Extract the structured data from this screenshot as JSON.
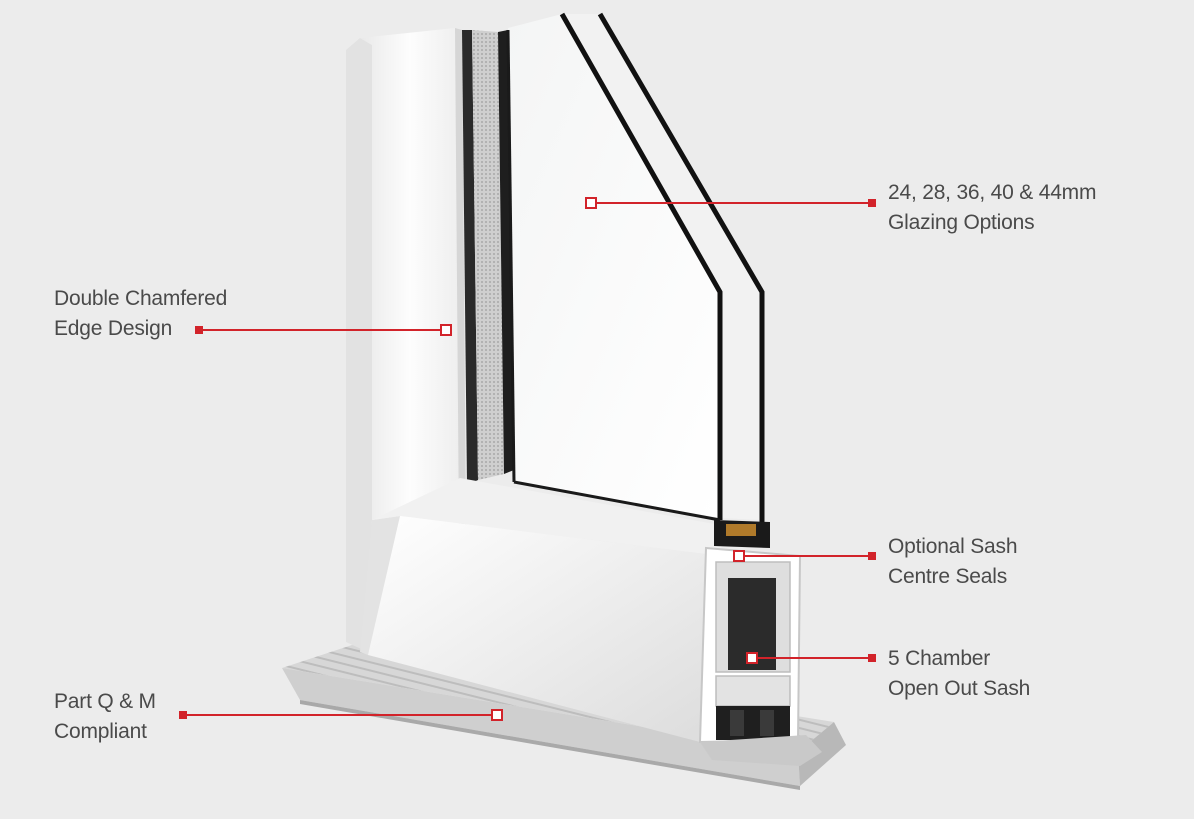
{
  "callouts": {
    "glazing": {
      "line1": "24, 28, 36, 40 & 44mm",
      "line2": "Glazing Options"
    },
    "chamfer": {
      "line1": "Double Chamfered",
      "line2": "Edge Design"
    },
    "seals": {
      "line1": "Optional Sash",
      "line2": "Centre Seals"
    },
    "chamber": {
      "line1": "5 Chamber",
      "line2": "Open Out Sash"
    },
    "compliance": {
      "line1": "Part Q & M",
      "line2": "Compliant"
    }
  },
  "colors": {
    "background": "#ececec",
    "callout_accent": "#d2232a",
    "label_text": "#4a4a4a",
    "glass_edge": "#111111",
    "frame": "#f7f7f7"
  }
}
